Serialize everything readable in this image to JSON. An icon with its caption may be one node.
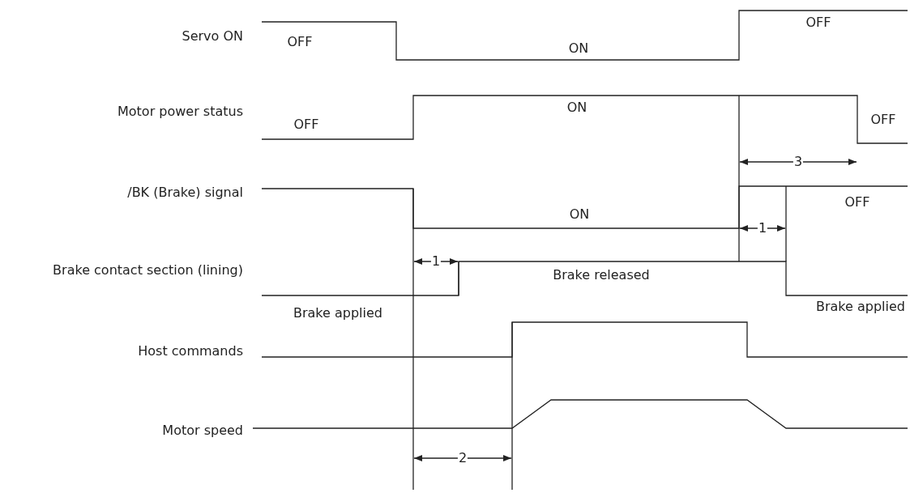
{
  "diagram": {
    "labels": [
      "Servo ON",
      "OFF",
      "ON",
      "OFF",
      "Motor power status",
      "OFF",
      "ON",
      "OFF",
      "3",
      "/BK (Brake) signal",
      "OFF",
      "ON",
      "1",
      "Brake contact section (lining)",
      "1",
      "Brake released",
      "Brake applied",
      "Brake applied",
      "Host commands",
      "Motor speed",
      "2"
    ]
  }
}
